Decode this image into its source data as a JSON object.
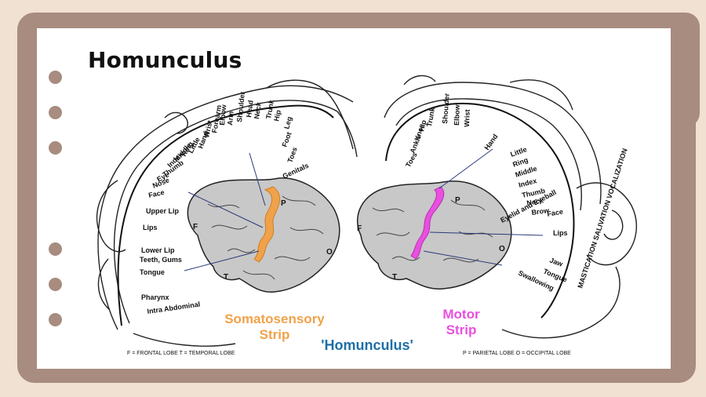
{
  "slide": {
    "title": "Homunculus",
    "colors": {
      "background": "#f1e1d3",
      "frame": "#a78c7f",
      "paper": "#ffffff",
      "somatosensory": "#f0a24a",
      "motor": "#e94fe0",
      "caption": "#1d6fa8"
    }
  },
  "diagram": {
    "sensory_labels": [
      "Genitals",
      "Toes",
      "Foot",
      "Leg",
      "Hip",
      "Trunk",
      "Neck",
      "Head",
      "Shoulder",
      "Arm",
      "Elbow",
      "Forearm",
      "Wrist",
      "Hand",
      "Little",
      "Ring",
      "Middle",
      "Index",
      "Thumb",
      "Eye",
      "Nose",
      "Face",
      "Upper Lip",
      "Lips",
      "Lower Lip",
      "Teeth, Gums",
      "Tongue",
      "Pharynx",
      "Intra Abdominal"
    ],
    "motor_labels": [
      "Toes",
      "Ankle",
      "Knee",
      "Hip",
      "Trunk",
      "Shoulder",
      "Elbow",
      "Wrist",
      "Hand",
      "Little",
      "Ring",
      "Middle",
      "Index",
      "Thumb",
      "Neck",
      "Brow",
      "Eyelid and Eyeball",
      "Face",
      "Lips",
      "Jaw",
      "Tongue",
      "Swallowing"
    ],
    "motor_arc_text": "MASTICATION SALIVATION VOCALIZATION",
    "lobe_letters": {
      "frontal": "F",
      "parietal": "P",
      "occipital": "O",
      "temporal": "T"
    },
    "somatosensory_caption": "Somatosensory\nStrip",
    "motor_caption": "Motor\nStrip",
    "center_caption": "'Homunculus'",
    "legend_left": "F = FRONTAL LOBE  T = TEMPORAL LOBE",
    "legend_right": "P = PARIETAL LOBE  O = OCCIPITAL LOBE"
  }
}
